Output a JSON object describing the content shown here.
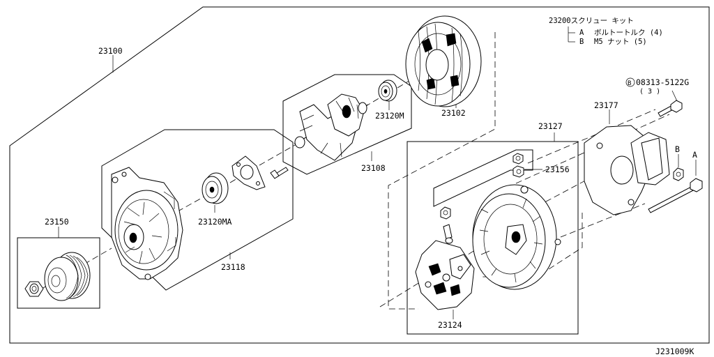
{
  "colors": {
    "ink": "#000000",
    "paper": "#ffffff"
  },
  "labels": {
    "p23100": "23100",
    "p23102": "23102",
    "p23120M": "23120M",
    "p23108": "23108",
    "p23120MA": "23120MA",
    "p23118": "23118",
    "p23150": "23150",
    "p23127": "23127",
    "p23156": "23156",
    "p23124": "23124",
    "p23177": "23177",
    "bolt_code": "08313-5122G",
    "bolt_circle": "B",
    "bolt_qty": "( 3 )",
    "callout_a": "A",
    "callout_b": "B"
  },
  "kit": {
    "title": "23200スクリュー キット",
    "item_a_letter": "A",
    "item_a": "ボルトートルク (4)",
    "item_b_letter": "B",
    "item_b": "M5 ナット   (5)"
  },
  "footer": {
    "code": "J231009K"
  }
}
